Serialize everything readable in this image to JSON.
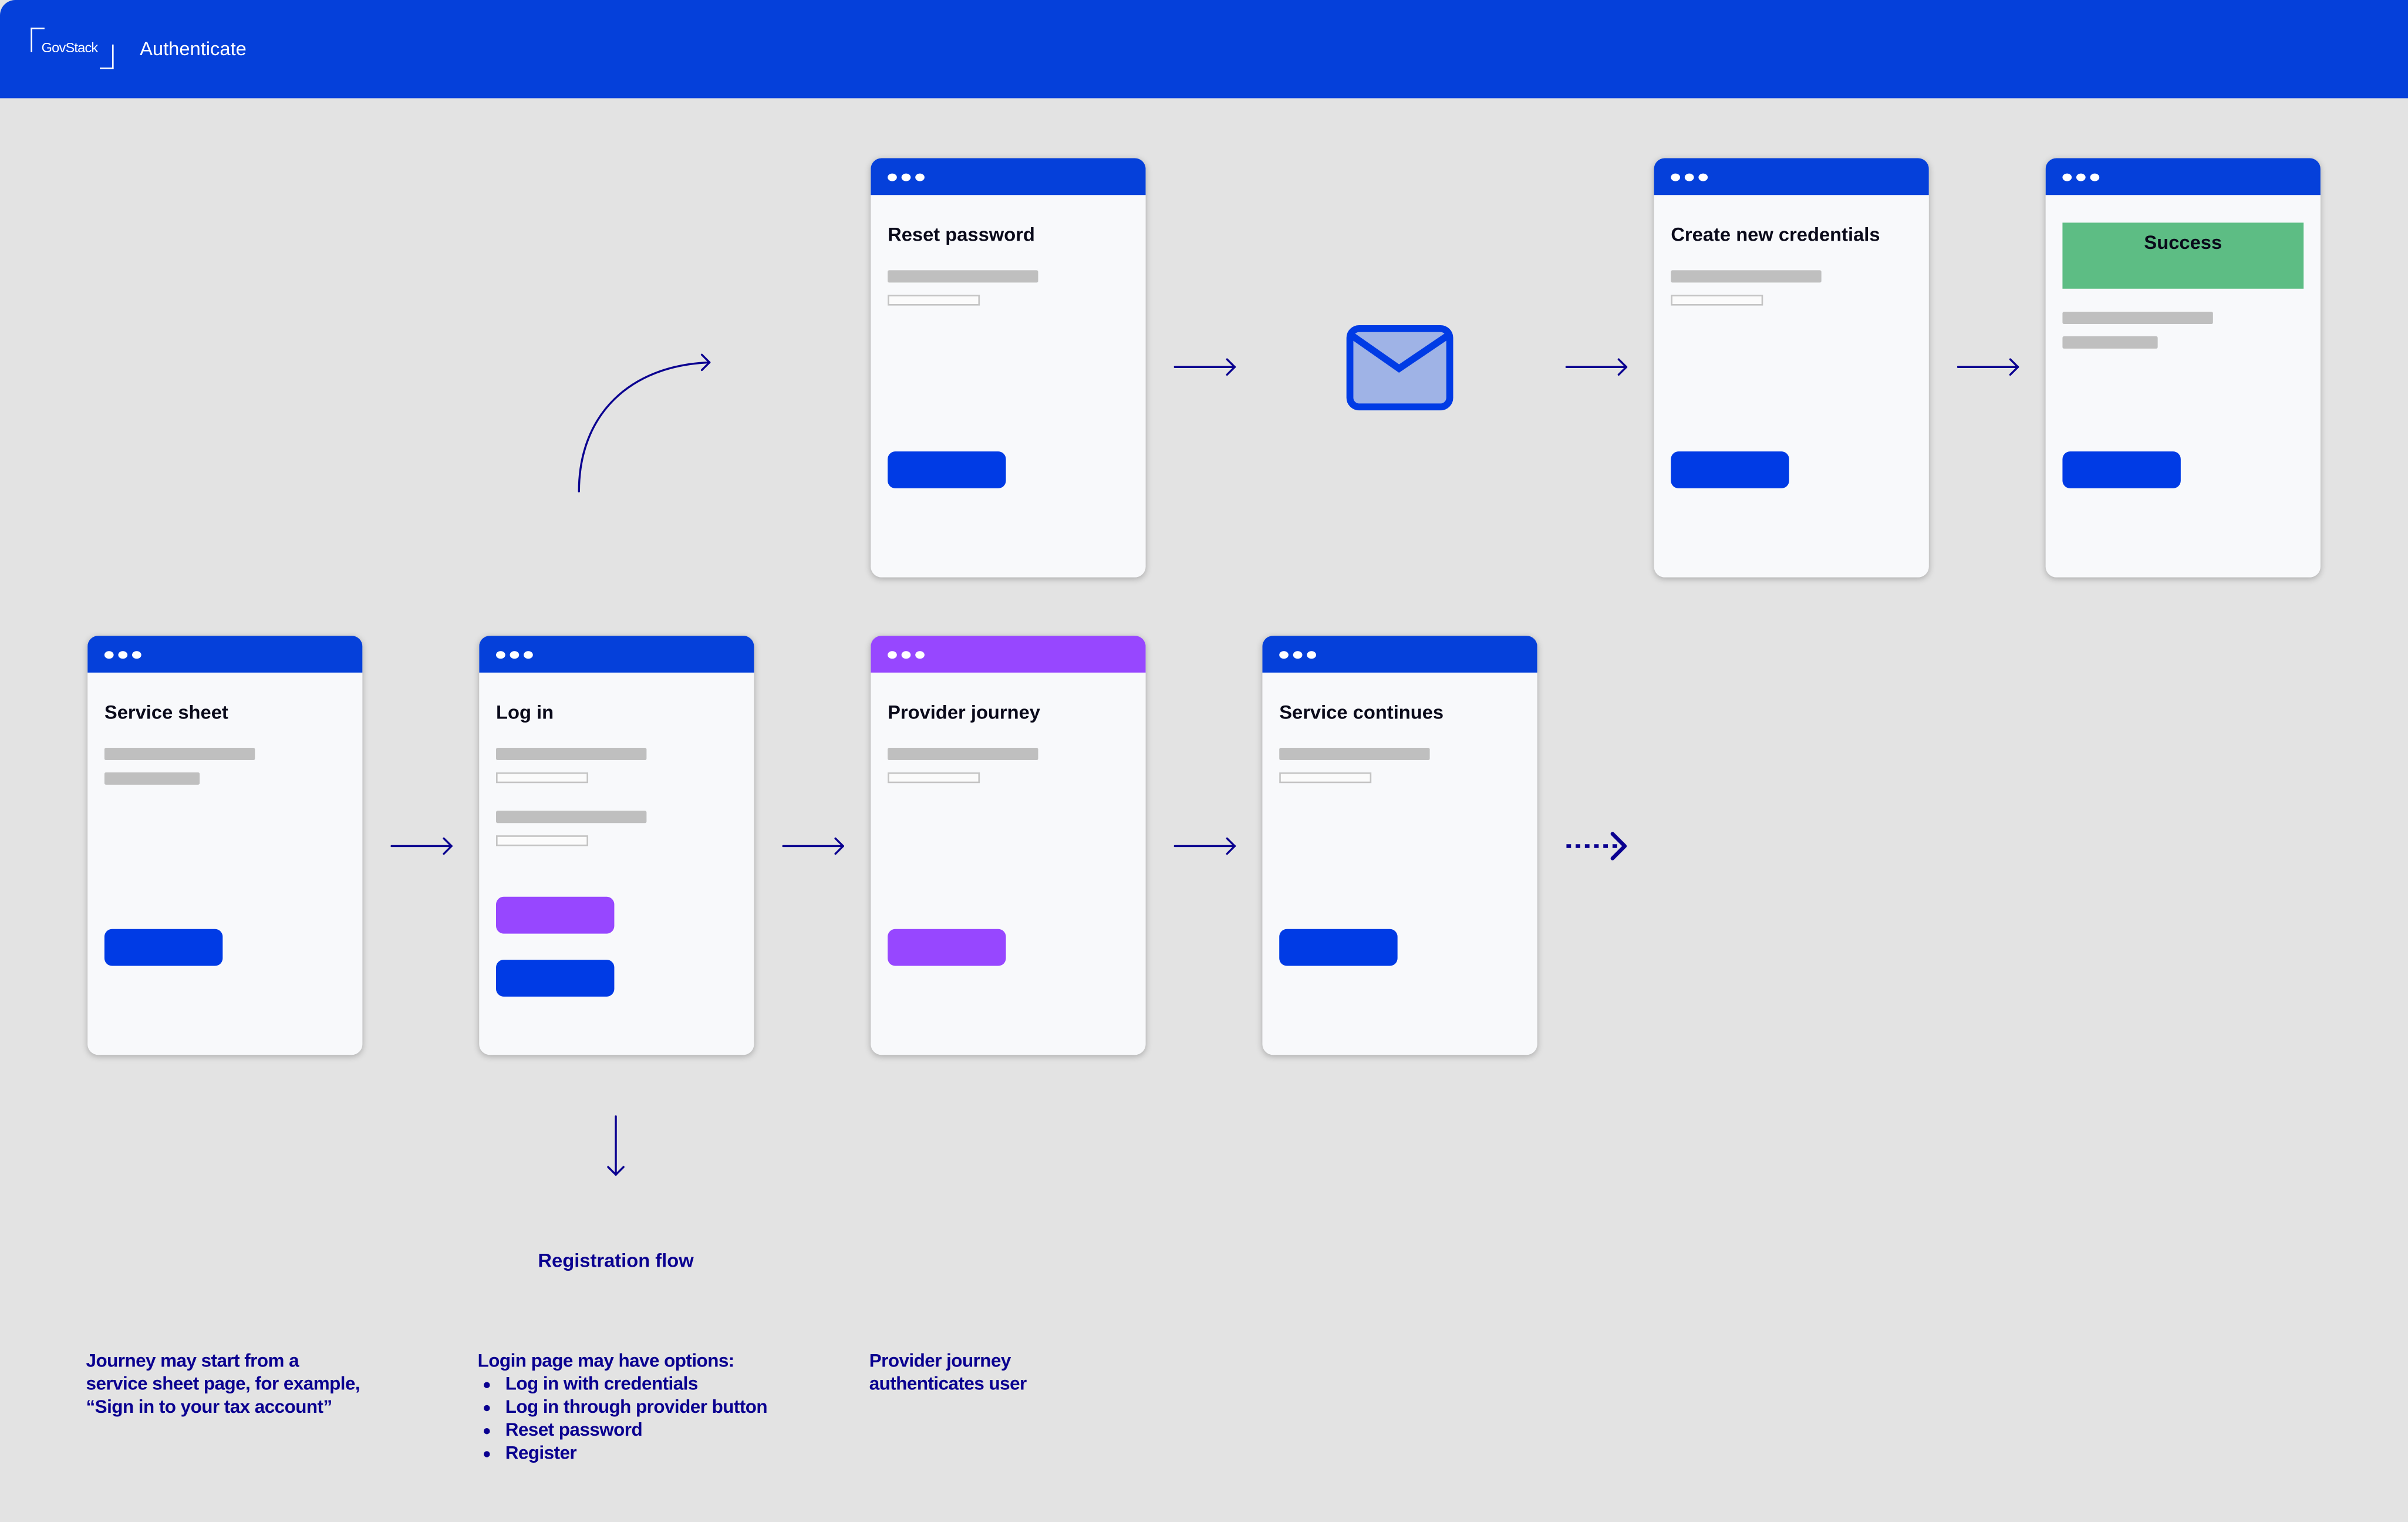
{
  "header": {
    "logo_text": "GovStack",
    "title": "Authenticate",
    "color": "#0540DA"
  },
  "colors": {
    "background": "#E3E3E3",
    "primary_button": "#003BE5",
    "provider": "#9747FF",
    "success": "#5DBD84",
    "annotation_text": "#0A0090"
  },
  "screens": {
    "reset_password": {
      "title": "Reset password"
    },
    "email_icon": "envelope-icon",
    "create_credentials": {
      "title": "Create new credentials"
    },
    "success": {
      "title": "",
      "banner": "Success"
    },
    "service_sheet": {
      "title": "Service sheet"
    },
    "log_in": {
      "title": "Log in"
    },
    "provider_journey": {
      "title": "Provider journey"
    },
    "service_continues": {
      "title": "Service continues"
    }
  },
  "registration_flow": "Registration flow",
  "notes": {
    "service_sheet": [
      "Journey may start from a",
      "service sheet page, for example,",
      "“Sign in to your tax account”"
    ],
    "login": {
      "intro": "Login page may have options:",
      "items": [
        "Log in with credentials",
        "Log in through provider button",
        "Reset password",
        "Register"
      ]
    },
    "provider": [
      "Provider journey",
      "authenticates user"
    ]
  }
}
